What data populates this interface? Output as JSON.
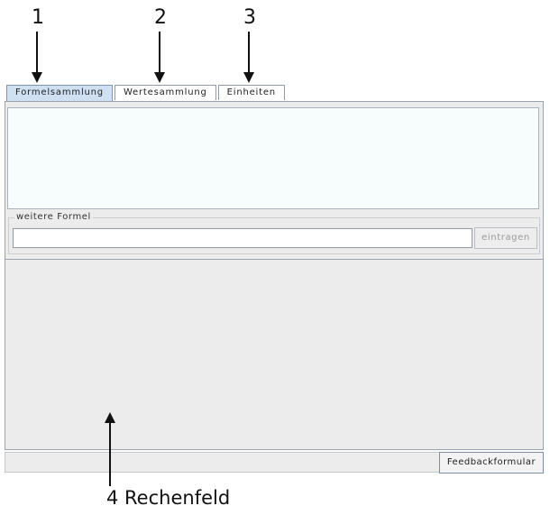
{
  "annotations": {
    "tab1_number": "1",
    "tab2_number": "2",
    "tab3_number": "3",
    "rechenfeld_label": "4 Rechenfeld"
  },
  "tabs": [
    {
      "label": "Formelsammlung",
      "active": true
    },
    {
      "label": "Wertesammlung",
      "active": false
    },
    {
      "label": "Einheiten",
      "active": false
    }
  ],
  "formula_panel": {
    "legend": "weitere Formel",
    "input_value": "",
    "input_placeholder": "",
    "submit_label": "eintragen"
  },
  "statusbar": {
    "feedback_label": "Feedbackformular"
  },
  "colors": {
    "active_tab": "#cfe0f3",
    "formula_area": "#f7fdfd",
    "panel_bg": "#ececec"
  }
}
